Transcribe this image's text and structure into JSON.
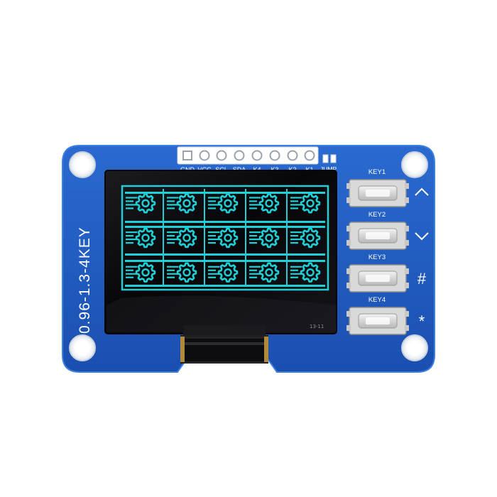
{
  "board": {
    "side_label": "0.96-1.3-4KEY",
    "pins": [
      "GND",
      "VCC",
      "SCL",
      "SDA",
      "K4",
      "K3",
      "K2",
      "K1"
    ],
    "jump_label": "JUMP",
    "panel_code": "13-11",
    "keys": [
      {
        "label": "KEY1",
        "symbol": "^"
      },
      {
        "label": "KEY2",
        "symbol": "v"
      },
      {
        "label": "KEY3",
        "symbol": "#"
      },
      {
        "label": "KEY4",
        "symbol": "*"
      }
    ],
    "colors": {
      "pcb": "#1d5bc0",
      "pcb_edge": "#2f73d8",
      "screen": "#0a0a0c",
      "oled": "#1fd0d6"
    },
    "display_icon": "gear-icon",
    "display_grid": {
      "rows": 3,
      "cols": 5
    }
  }
}
